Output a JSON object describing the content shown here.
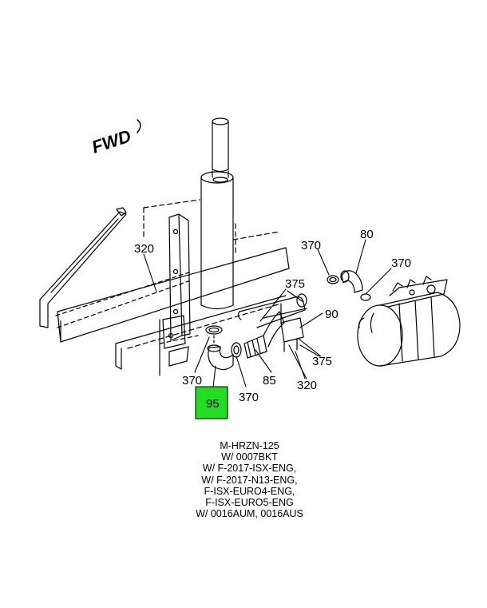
{
  "fwd_label": "FWD",
  "callouts": {
    "c320a": "320",
    "c370a": "370",
    "c80": "80",
    "c370b": "370",
    "c375a": "375",
    "c90": "90",
    "c375b": "375",
    "c370c": "370",
    "c370d": "370",
    "c85": "85",
    "c320b": "320",
    "c95": "95"
  },
  "highlight_color": "#22dd22",
  "caption_lines": [
    "M-HRZN-125",
    "W/ 0007BKT",
    "W/ F-2017-ISX-ENG,",
    "W/ F-2017-N13-ENG,",
    "F-ISX-EURO4-ENG,",
    "F-ISX-EURO5-ENG",
    "W/ 0016AUM, 0016AUS"
  ]
}
